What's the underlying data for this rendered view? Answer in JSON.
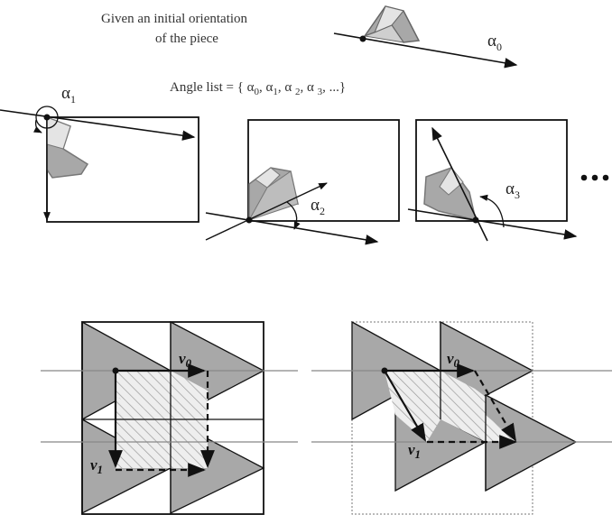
{
  "top": {
    "caption_line1": "Given an initial orientation",
    "caption_line2": "of the piece",
    "alpha_symbol": "α",
    "alpha0_sub": "0",
    "angle_list_label": "Angle list  =  { α",
    "angle_list_items": [
      {
        "sub": "0",
        "sep": ", α"
      },
      {
        "sub": "1",
        "sep": ", α "
      },
      {
        "sub": "2",
        "sep": ", α "
      },
      {
        "sub": "3",
        "sep": ", ...}"
      }
    ],
    "alpha1_sub": "1",
    "alpha2_sub": "2",
    "alpha3_sub": "3",
    "ellipsis": "•••"
  },
  "bottom": {
    "left_panel": {
      "v0_letter": "v",
      "v0_sub": "0",
      "v1_letter": "v",
      "v1_sub": "1"
    },
    "right_panel": {
      "v0_letter": "v",
      "v0_sub": "0",
      "v1_letter": "v",
      "v1_sub": "1"
    }
  },
  "colors": {
    "piece_fill": "#a8a8a8",
    "piece_highlight": "#e4e4e4",
    "triangle_fill": "#a8a8a8",
    "hatch_fill": "#eeeeee",
    "line": "#111111",
    "guide_line": "#888888"
  }
}
